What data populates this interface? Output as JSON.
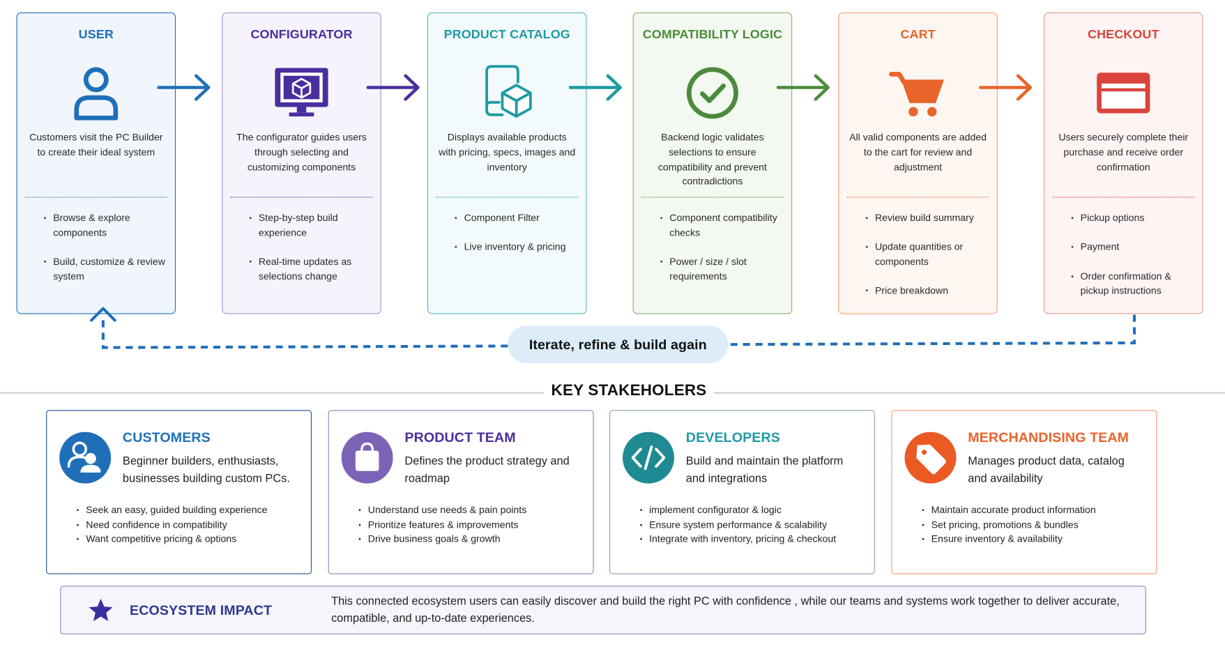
{
  "flow": {
    "cards": [
      {
        "title": "USER",
        "icon": "user-icon",
        "color": "#1f6fb8",
        "bg": "#f1f6fd",
        "border": "#1f6fb8",
        "description": "Customers visit the PC Builder to create their ideal system",
        "bullets": [
          "Browse & explore components",
          "Build, customize & review system"
        ]
      },
      {
        "title": "CONFIGURATOR",
        "icon": "monitor-cube-icon",
        "color": "#4a2e9e",
        "bg": "#f5f3fb",
        "border": "#a095cf",
        "description": "The configurator guides users through selecting and customizing components",
        "bullets": [
          "Step-by-step build experience",
          "Real-time updates as selections change"
        ]
      },
      {
        "title": "PRODUCT CATALOG",
        "icon": "catalog-box-icon",
        "color": "#1f9aa3",
        "bg": "#f2fafb",
        "border": "#5ab6bd",
        "description": "Displays available products with pricing, specs, images and inventory",
        "bullets": [
          "Component Filter",
          "Live inventory & pricing"
        ]
      },
      {
        "title": "COMPATIBILITY LOGIC",
        "icon": "check-circle-icon",
        "color": "#4d8a3c",
        "bg": "#f3f9f0",
        "border": "#7fb36c",
        "description": "Backend logic validates selections to ensure compatibility and prevent contradictions",
        "bullets": [
          "Component compatibility checks",
          "Power / size / slot requirements"
        ]
      },
      {
        "title": "CART",
        "icon": "cart-icon",
        "color": "#e8642a",
        "bg": "#fef6f1",
        "border": "#f0a07a",
        "description": "All valid components are added to the cart for review and adjustment",
        "bullets": [
          "Review build summary",
          "Update quantities or components",
          "Price breakdown"
        ]
      },
      {
        "title": "CHECKOUT",
        "icon": "credit-card-icon",
        "color": "#d9443c",
        "bg": "#fdf4f3",
        "border": "#e49a93",
        "description": "Users securely complete their purchase and receive order confirmation",
        "bullets": [
          "Pickup options",
          "Payment",
          "Order confirmation & pickup instructions"
        ]
      }
    ],
    "arrow_colors": [
      "#1f6fb8",
      "#4a2e9e",
      "#1f9aa3",
      "#4d8a3c",
      "#e8642a"
    ],
    "loop_label": "Iterate, refine & build again",
    "loop_color": "#1f6fb8"
  },
  "stakeholders": {
    "title": "KEY STAKEHOLERS",
    "items": [
      {
        "title": "CUSTOMERS",
        "icon": "people-icon",
        "color": "#1f6fb8",
        "border": "#1f4f8f",
        "description": "Beginner builders, enthusiasts, businesses building custom PCs.",
        "bullets": [
          "Seek an easy, guided building experience",
          "Need confidence in compatibility",
          "Want competitive pricing & options"
        ]
      },
      {
        "title": "PRODUCT TEAM",
        "icon": "shopping-bag-icon",
        "color": "#4a2e9e",
        "circle": "#7d63b8",
        "border": "#8a80b0",
        "description": "Defines the product strategy and roadmap",
        "bullets": [
          "Understand use needs & pain points",
          "Prioritize features & improvements",
          "Drive business goals & growth"
        ]
      },
      {
        "title": "DEVELOPERS",
        "icon": "code-icon",
        "color": "#1f9aa3",
        "circle": "#1f8a92",
        "border": "#8aa0b4",
        "description": "Build and maintain the platform and integrations",
        "bullets": [
          "implement configurator & logic",
          "Ensure system performance & scalability",
          "Integrate with inventory, pricing & checkout"
        ]
      },
      {
        "title": "MERCHANDISING TEAM",
        "icon": "price-tag-icon",
        "color": "#e8642a",
        "circle": "#ea5a22",
        "border": "#ec9a72",
        "description": "Manages product data, catalog and availability",
        "bullets": [
          "Maintain accurate product information",
          "Set pricing, promotions & bundles",
          "Ensure inventory & availability"
        ]
      }
    ]
  },
  "impact": {
    "title": "ECOSYSTEM IMPACT",
    "icon": "star-icon",
    "color": "#3a2e9e",
    "text": "This connected ecosystem users can easily discover and build the right PC with confidence , while our teams and systems work together to deliver accurate, compatible, and up-to-date experiences."
  }
}
